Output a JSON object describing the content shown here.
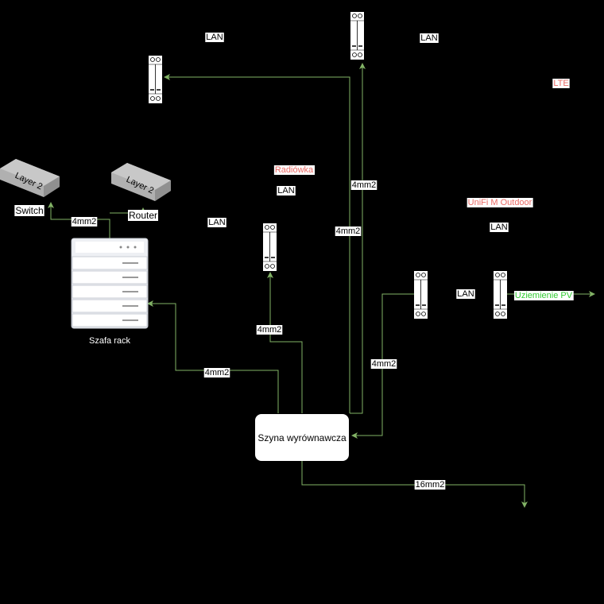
{
  "devices": {
    "switch": {
      "label": "Switch",
      "badge": "Layer 2"
    },
    "router": {
      "label": "Router",
      "badge": "Layer 2"
    },
    "rack": {
      "label": "Szafa rack"
    }
  },
  "bus": {
    "label": "Szyna wyrównawcza"
  },
  "labels": {
    "lan1": "LAN",
    "lan2": "LAN",
    "lan3": "LAN",
    "lan4": "LAN",
    "lan5": "LAN",
    "lan6": "LAN",
    "lte": "LTE",
    "radiowka": "Radiówka",
    "unifi": "UniFi M Outdoor",
    "pv": "Uziemienie PV"
  },
  "wires": {
    "w1": "4mm2",
    "w2": "4mm2",
    "w3": "4mm2",
    "w4": "4mm2",
    "w5": "4mm2",
    "w6": "4mm2",
    "w7": "16mm2"
  },
  "colors": {
    "wire": "#82b366",
    "red_text": "#ea6b66",
    "green_text": "#33cc33"
  }
}
